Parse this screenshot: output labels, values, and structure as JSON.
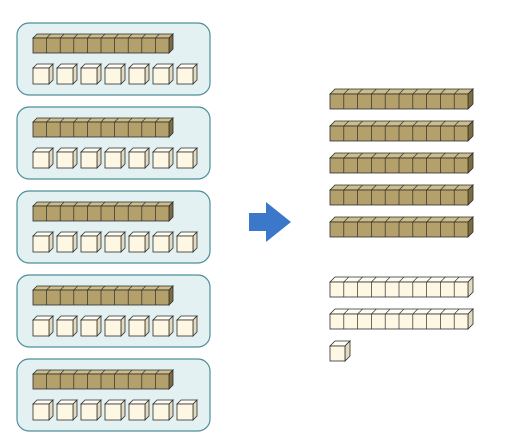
{
  "colors": {
    "background": "#ffffff",
    "panel_fill": "#e3f1f3",
    "panel_stroke": "#4d8f99",
    "rod_front": "#b3a06a",
    "rod_top": "#cdbd8a",
    "rod_side": "#7d6c3f",
    "unit_front": "#fdf7e3",
    "unit_top": "#fffdf3",
    "unit_side": "#e4dac0",
    "outline": "#2d2d2d",
    "arrow": "#3b78c9"
  },
  "groups": [
    {
      "rods": 1,
      "units": 7
    },
    {
      "rods": 1,
      "units": 7
    },
    {
      "rods": 1,
      "units": 7
    },
    {
      "rods": 1,
      "units": 7
    },
    {
      "rods": 1,
      "units": 7
    }
  ],
  "result": {
    "rods": 5,
    "light_rods": 2,
    "units": 1
  },
  "arrow_icon": "right-arrow-icon"
}
